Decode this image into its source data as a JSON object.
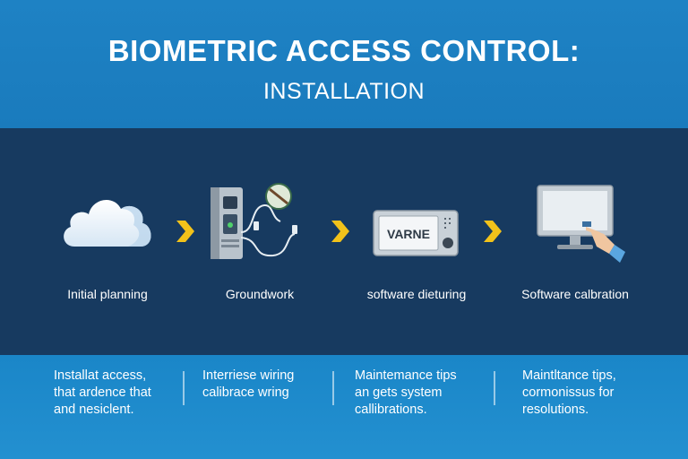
{
  "header": {
    "title": "BIOMETRIC ACCESS CONTROL:",
    "subtitle": "INSTALLATION"
  },
  "steps": [
    {
      "label": "Initial planning",
      "icon": "cloud-icon"
    },
    {
      "label": "Groundwork",
      "icon": "control-panel-wiring-icon"
    },
    {
      "label": "software dieturing",
      "icon": "biometric-reader-icon",
      "device_text": "VARNE"
    },
    {
      "label": "Software calbration",
      "icon": "monitor-touch-icon"
    }
  ],
  "notes": [
    {
      "lines": [
        "Installat access,",
        "that ardence that",
        "and nesiclent."
      ]
    },
    {
      "lines": [
        "Interriese wiring",
        "calibrace wring"
      ]
    },
    {
      "lines": [
        "Maintemance tips",
        "an gets system",
        "callibrations."
      ]
    },
    {
      "lines": [
        "Maintltance tips,",
        "cormonissus for",
        "resolutions."
      ]
    }
  ],
  "colors": {
    "header_bg": "#1e82c4",
    "middle_bg": "#173a60",
    "bottom_bg": "#1a86c8",
    "arrow": "#f2c21a"
  }
}
